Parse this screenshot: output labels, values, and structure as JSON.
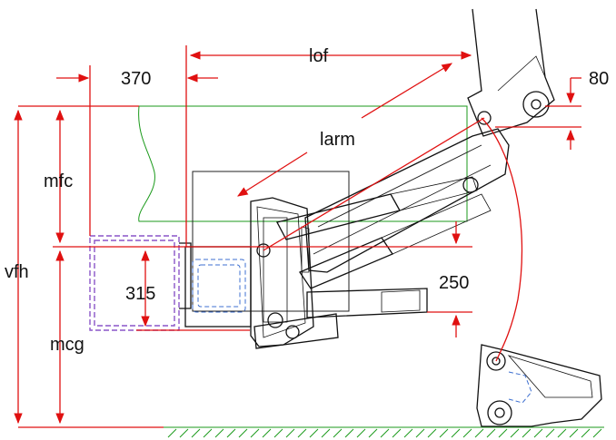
{
  "labels": {
    "lof": "lof",
    "larm": "larm",
    "mfc": "mfc",
    "vfh": "vfh",
    "mcg": "mcg",
    "d370": "370",
    "d315": "315",
    "d250": "250",
    "d80": "80"
  },
  "colors": {
    "dimension": "#e01010",
    "outline": "#111111",
    "load_outline": "#1b9a1b",
    "ground": "#1b9a1b",
    "counterweight": "#8a55c8",
    "hidden_line": "#3d6fd0"
  }
}
